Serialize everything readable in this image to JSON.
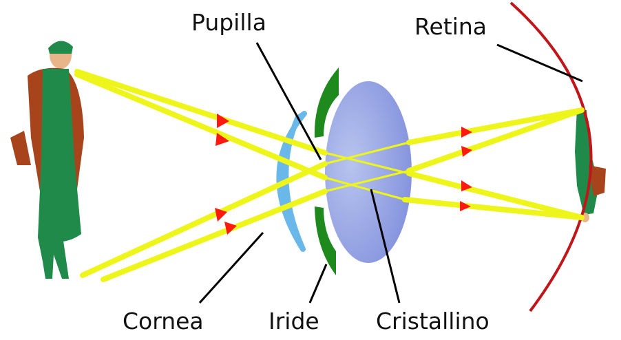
{
  "labels": {
    "pupil": "Pupilla",
    "retina": "Retina",
    "cornea": "Cornea",
    "iris": "Iride",
    "lens": "Cristallino"
  },
  "colors": {
    "ray": "#eef51a",
    "arrow": "#ff1a10",
    "lens": "#8f9ce0",
    "cornea": "#6ab8ea",
    "iris": "#1e8a1e",
    "retina": "#c0161a",
    "figure": "#1f8a4a"
  }
}
